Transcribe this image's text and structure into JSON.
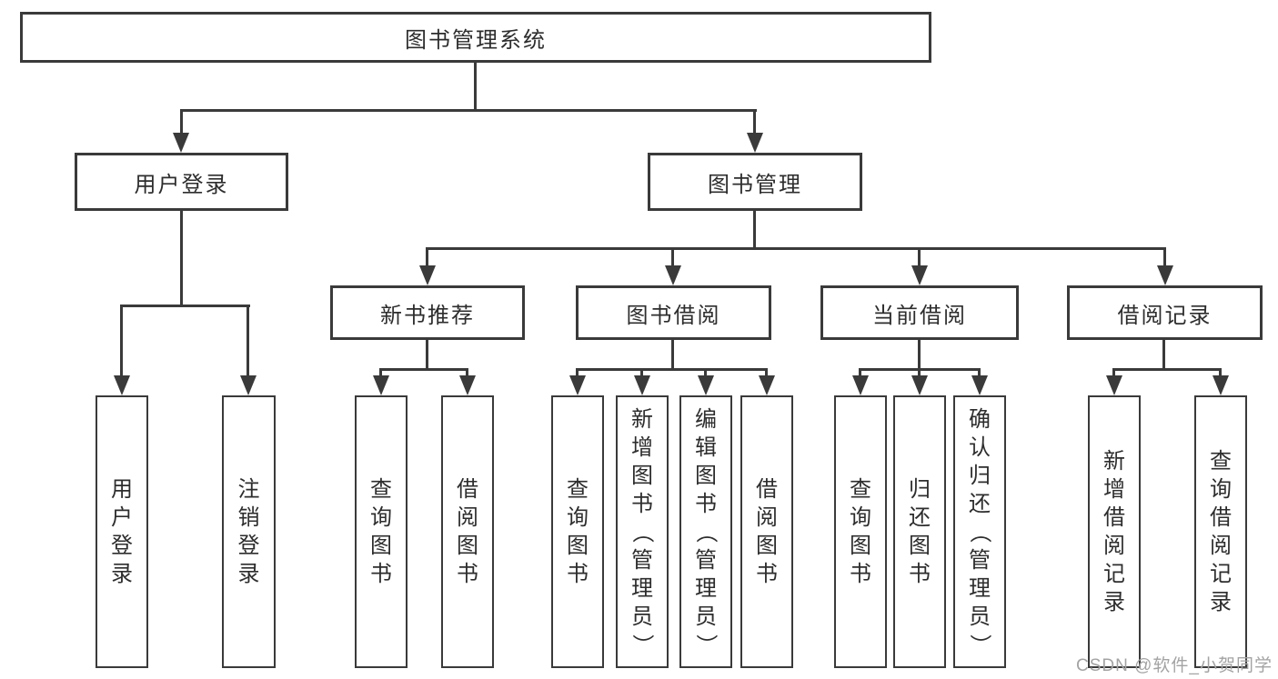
{
  "tree": {
    "label": "图书管理系统",
    "children": [
      {
        "label": "用户登录",
        "children": [
          {
            "label": "用户登录"
          },
          {
            "label": "注销登录"
          }
        ]
      },
      {
        "label": "图书管理",
        "children": [
          {
            "label": "新书推荐",
            "children": [
              {
                "label": "查询图书"
              },
              {
                "label": "借阅图书"
              }
            ]
          },
          {
            "label": "图书借阅",
            "children": [
              {
                "label": "查询图书"
              },
              {
                "label": "新增图书（管理员）"
              },
              {
                "label": "编辑图书（管理员）"
              },
              {
                "label": "借阅图书"
              }
            ]
          },
          {
            "label": "当前借阅",
            "children": [
              {
                "label": "查询图书"
              },
              {
                "label": "归还图书"
              },
              {
                "label": "确认归还（管理员）"
              }
            ]
          },
          {
            "label": "借阅记录",
            "children": [
              {
                "label": "新增借阅记录"
              },
              {
                "label": "查询借阅记录"
              }
            ]
          }
        ]
      }
    ]
  },
  "watermark": {
    "text": "CSDN @软件_小贺同学"
  },
  "colors": {
    "line_color": "#3a3a3a",
    "text_color": "#2d2d2d",
    "box_bg": "#ffffff",
    "watermark_color": "#a3a3a3"
  }
}
